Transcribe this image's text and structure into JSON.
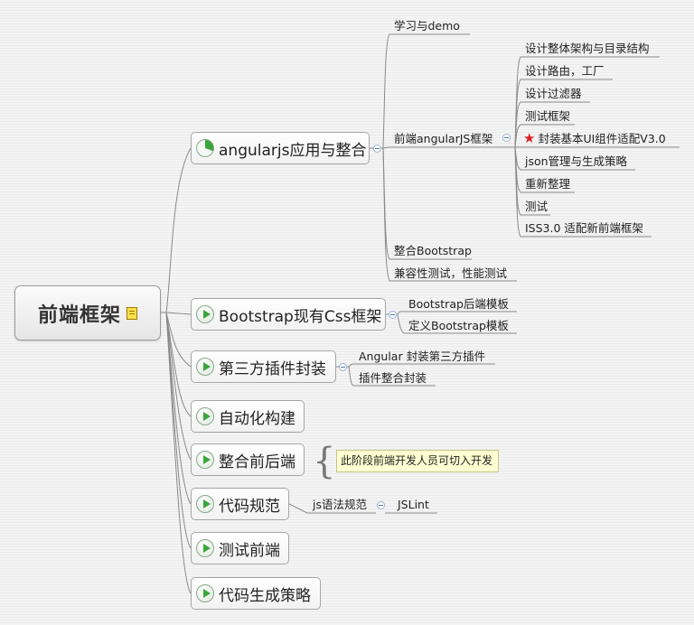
{
  "root": {
    "title": "前端框架",
    "note_icon": "note-icon"
  },
  "topics": [
    {
      "id": "angular",
      "label": "angularjs应用与整合",
      "icon": "progress-icon",
      "children": [
        {
          "label": "学习与demo"
        },
        {
          "label": "前端angularJS框架",
          "children": [
            {
              "label": "设计整体架构与目录结构"
            },
            {
              "label": "设计路由，工厂"
            },
            {
              "label": "设计过滤器"
            },
            {
              "label": "测试框架"
            },
            {
              "label": "封装基本UI组件适配V3.0",
              "icon": "star-icon"
            },
            {
              "label": "json管理与生成策略"
            },
            {
              "label": "重新整理"
            },
            {
              "label": "测试"
            },
            {
              "label": "ISS3.0 适配新前端框架"
            }
          ]
        },
        {
          "label": "整合Bootstrap"
        },
        {
          "label": "兼容性测试，性能测试"
        }
      ]
    },
    {
      "id": "bootstrap",
      "label": "Bootstrap现有Css框架",
      "icon": "play-icon",
      "children": [
        {
          "label": "Bootstrap后端模板"
        },
        {
          "label": "定义Bootstrap模板"
        }
      ]
    },
    {
      "id": "thirdparty",
      "label": "第三方插件封装",
      "icon": "play-icon",
      "children": [
        {
          "label": "Angular 封装第三方插件"
        },
        {
          "label": "插件整合封装"
        }
      ]
    },
    {
      "id": "autobuild",
      "label": "自动化构建",
      "icon": "play-icon"
    },
    {
      "id": "integrate",
      "label": "整合前后端",
      "icon": "play-icon",
      "callout": "此阶段前端开发人员可切入开发"
    },
    {
      "id": "codestyle",
      "label": "代码规范",
      "icon": "play-icon",
      "children": [
        {
          "label": "js语法规范",
          "children": [
            {
              "label": "JSLint"
            }
          ]
        }
      ]
    },
    {
      "id": "testfe",
      "label": "测试前端",
      "icon": "play-icon"
    },
    {
      "id": "codegen",
      "label": "代码生成策略",
      "icon": "play-icon"
    }
  ]
}
